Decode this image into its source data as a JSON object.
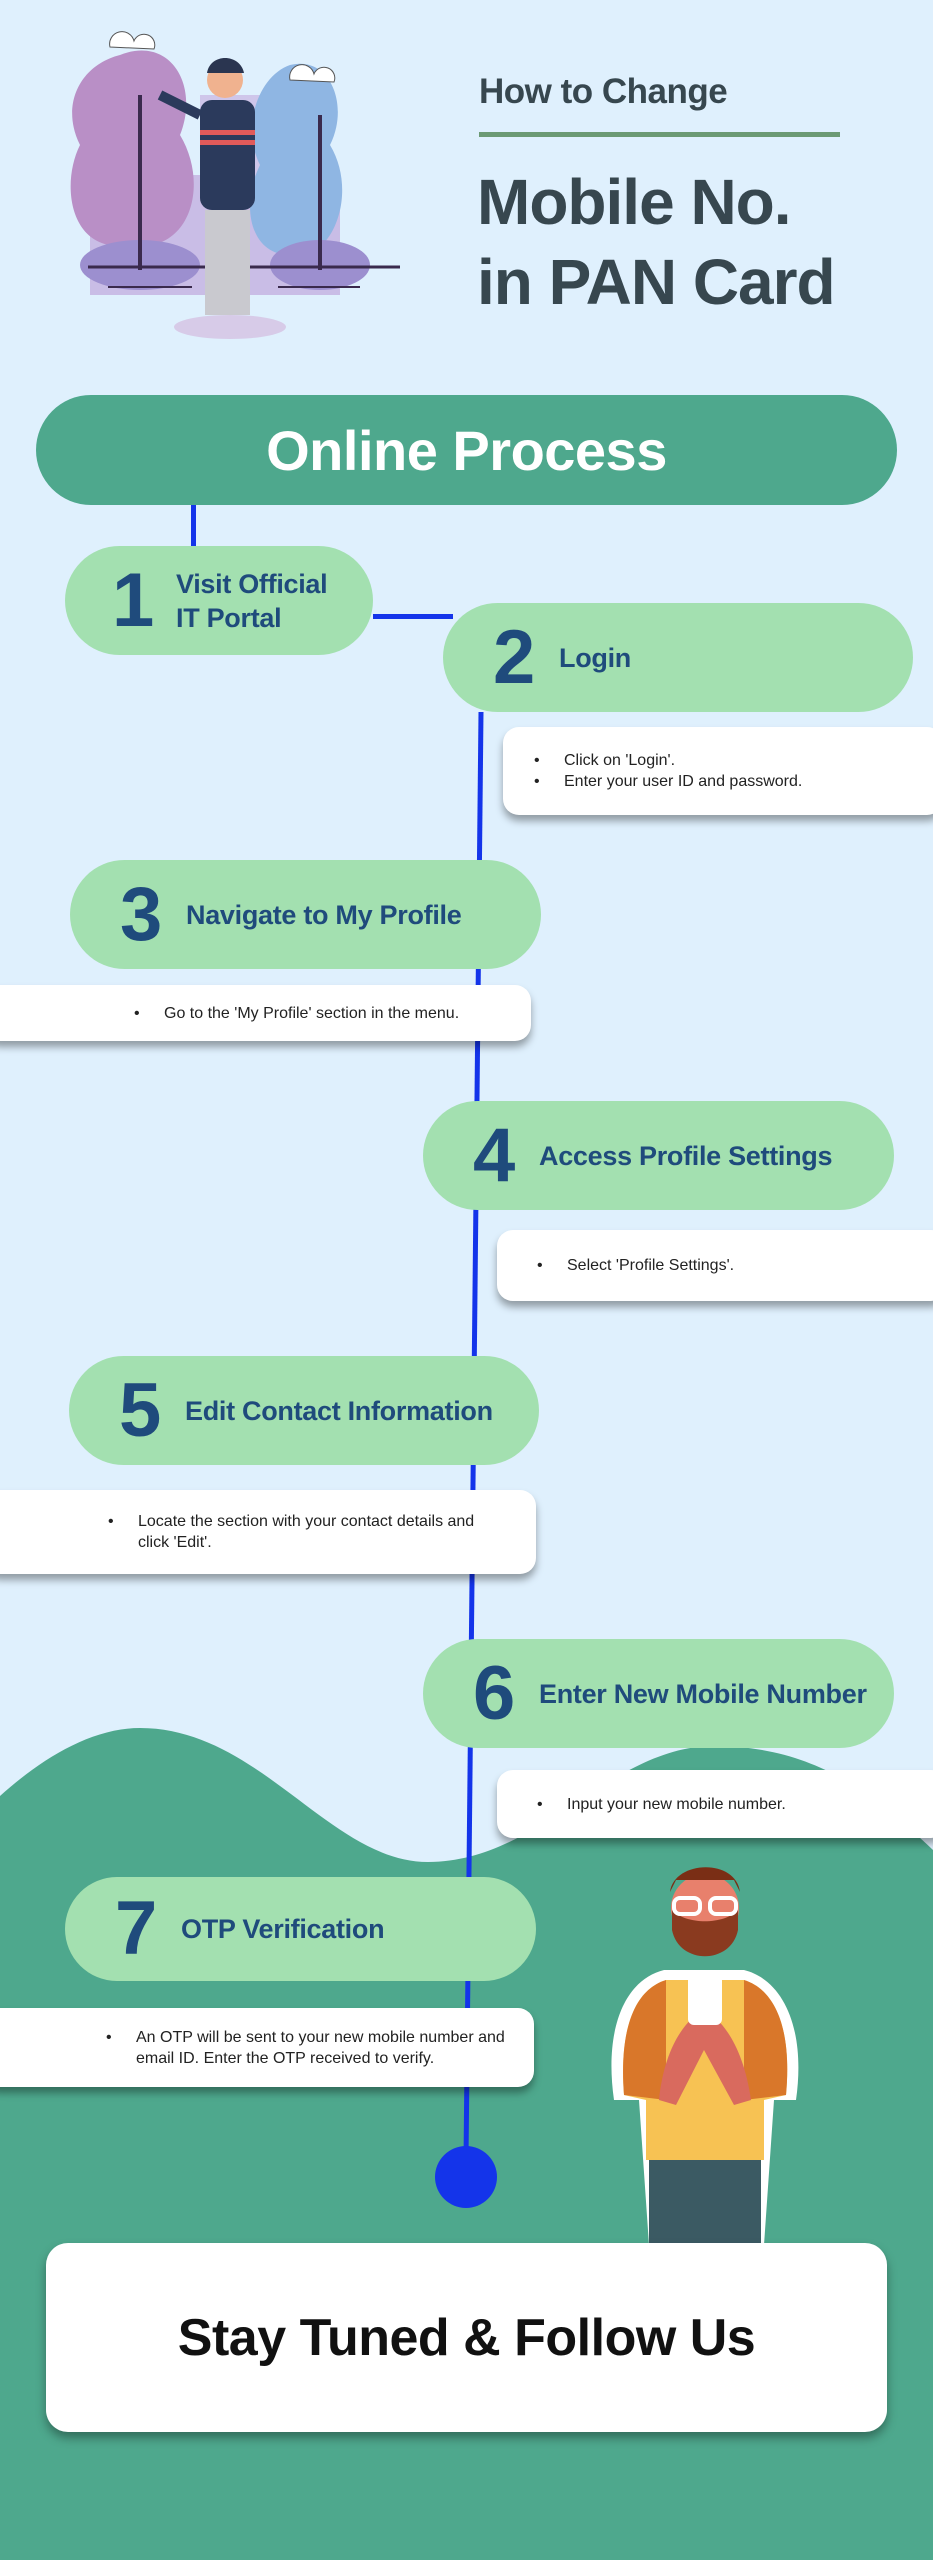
{
  "header": {
    "subtitle": "How to Change",
    "title_line1": "Mobile No.",
    "title_line2": "in PAN Card"
  },
  "banner": "Online Process",
  "steps": [
    {
      "number": "1",
      "title_line1": "Visit Official",
      "title_line2": "IT Portal",
      "bullets": []
    },
    {
      "number": "2",
      "title": "Login",
      "bullets": [
        "Click on 'Login'.",
        "Enter your user ID and password."
      ]
    },
    {
      "number": "3",
      "title": "Navigate to My Profile",
      "bullets": [
        "Go to the 'My Profile' section in the menu."
      ]
    },
    {
      "number": "4",
      "title": "Access Profile Settings",
      "bullets": [
        "Select 'Profile Settings'."
      ]
    },
    {
      "number": "5",
      "title": "Edit Contact Information",
      "bullets": [
        "Locate the section with your contact details and click 'Edit'."
      ]
    },
    {
      "number": "6",
      "title": "Enter New Mobile Number",
      "bullets": [
        "Input your new mobile number."
      ]
    },
    {
      "number": "7",
      "title": "OTP Verification",
      "bullets": [
        "An OTP will be sent to your new mobile number and email ID. Enter the OTP received to verify."
      ]
    }
  ],
  "footer": "Stay Tuned & Follow Us",
  "colors": {
    "background": "#dff0fd",
    "banner": "#4ea88d",
    "pill": "#a3e0b0",
    "step_text": "#1f4b7c",
    "timeline": "#1434ea"
  }
}
